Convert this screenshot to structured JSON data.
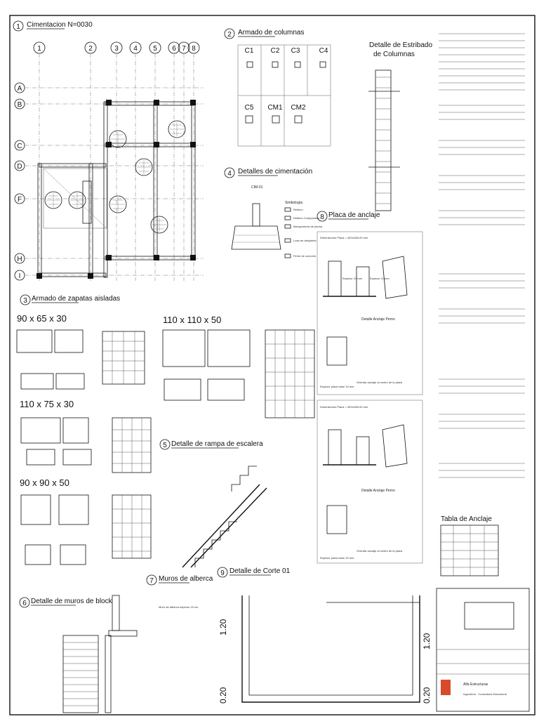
{
  "titles": {
    "t1": {
      "num": "1",
      "label": "Cimentacion N=0030"
    },
    "t2": {
      "num": "2",
      "label": "Armado de columnas"
    },
    "t3": {
      "num": "3",
      "label": "Armado de zapatas aisladas"
    },
    "t4": {
      "num": "4",
      "label": "Detalles de cimentación"
    },
    "t5": {
      "num": "5",
      "label": "Detalle de rampa de escalera"
    },
    "t6": {
      "num": "6",
      "label": "Detalle de muros de block"
    },
    "t7": {
      "num": "7",
      "label": "Muros de alberca"
    },
    "t8": {
      "num": "8",
      "label": "Placa de anclaje"
    },
    "t9": {
      "num": "9",
      "label": "Detalle de Corte 01"
    }
  },
  "grid": {
    "cols": [
      "1",
      "2",
      "3",
      "4",
      "5",
      "6",
      "7",
      "8"
    ],
    "rows": [
      "A",
      "B",
      "C",
      "D",
      "F",
      "H",
      "I"
    ]
  },
  "columns": {
    "labels": [
      "C1",
      "C2",
      "C3",
      "C4",
      "C5",
      "CM1",
      "CM2"
    ]
  },
  "estribo": {
    "title1": "Detalle de Estribado",
    "title2": "de Columnas"
  },
  "footing": {
    "code": "CIM-01",
    "legend_title": "Simbología",
    "legend": [
      "Relleno",
      "Relleno Compactado",
      "Mampostería de piedra",
      "Losa de desplante",
      "Firme de concreto"
    ]
  },
  "zapatas": {
    "z1": "90 x 65 x 30",
    "z2": "110 x 110 x 50",
    "z3": "110 x 75 x 30",
    "z4": "90 x 90 x 50"
  },
  "placa": {
    "d1": "Dimensiones Placa = 400x400x15 mm",
    "d2": "Dimensiones Placa = 400x400x15 mm",
    "espesor1": "Espesor 15 mm",
    "espesor2": "Espesor 11 mm",
    "anclaje_title": "Detalle Anclaje Perno",
    "centro": "Orientar anclaje al centro de la placa",
    "espesor_placa": "Espesor placa base 15 mm"
  },
  "corte": {
    "dims": [
      "1.20",
      "0.20",
      "1.20",
      "0.20"
    ]
  },
  "tabla": {
    "title": "Tabla de Anclaje"
  },
  "muros_alberca": {
    "note": "Muro de alberca espesor 15 cm"
  },
  "titleblock": {
    "firm": "Alfa Estructuras",
    "line1": "Ingeniería · Consultoria Estructural"
  }
}
